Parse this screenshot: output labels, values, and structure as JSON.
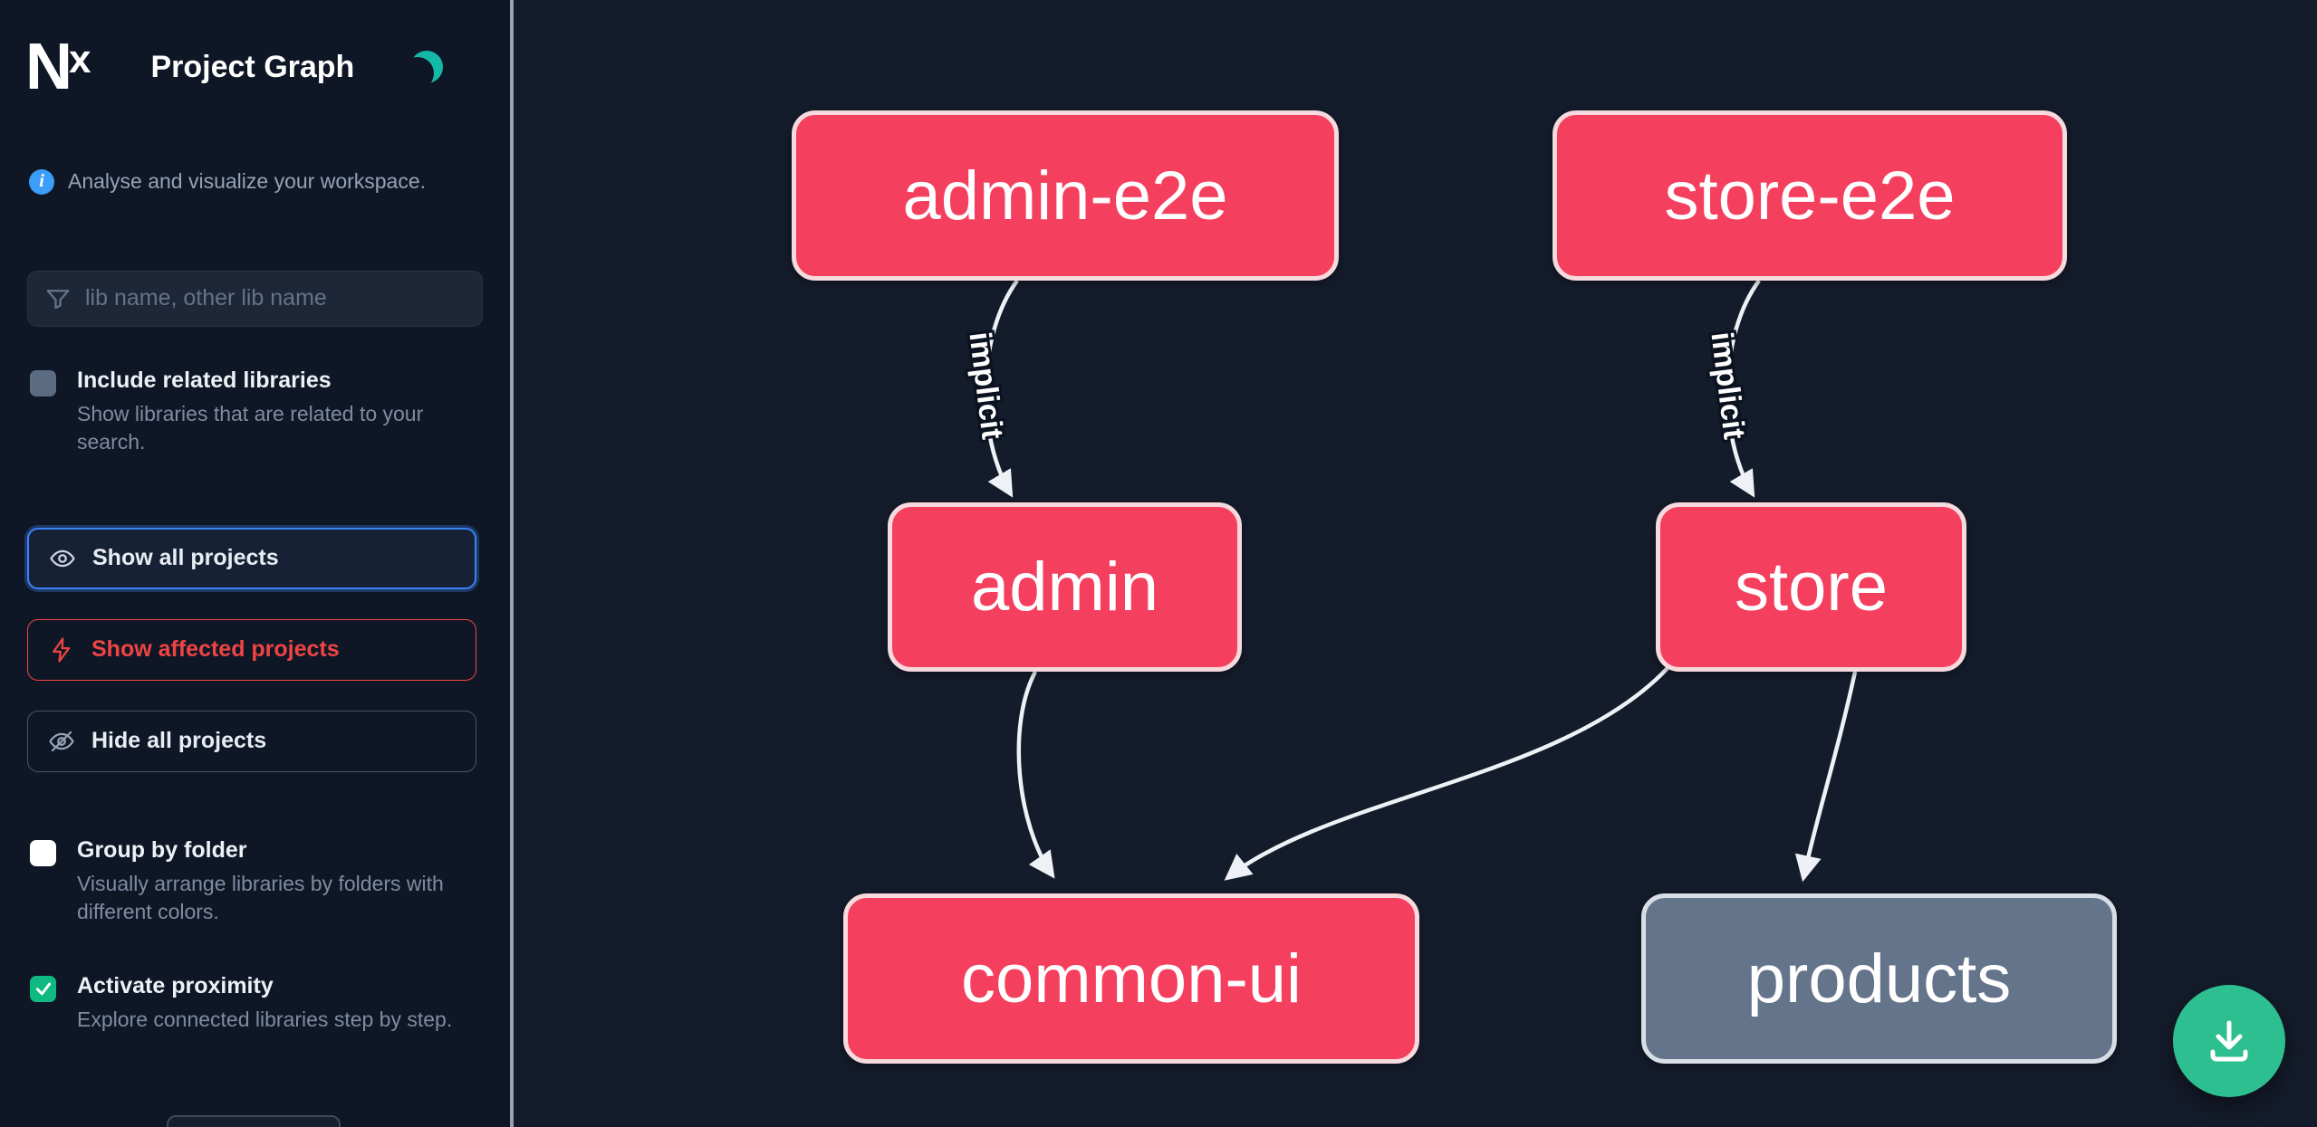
{
  "app": {
    "title": "Project Graph"
  },
  "sidebar": {
    "info_text": "Analyse and visualize your workspace.",
    "search": {
      "placeholder": "lib name, other lib name",
      "value": ""
    },
    "include_related": {
      "label": "Include related libraries",
      "description": "Show libraries that are related to your search.",
      "checked": false
    },
    "actions": {
      "show_all": "Show all projects",
      "show_affected": "Show affected projects",
      "hide_all": "Hide all projects"
    },
    "group_by_folder": {
      "label": "Group by folder",
      "description": "Visually arrange libraries by folders with different colors.",
      "checked": false
    },
    "activate_proximity": {
      "label": "Activate proximity",
      "description": "Explore connected libraries step by step.",
      "checked": true
    }
  },
  "graph": {
    "nodes": [
      {
        "id": "admin-e2e",
        "label": "admin-e2e",
        "style": "pink"
      },
      {
        "id": "store-e2e",
        "label": "store-e2e",
        "style": "pink"
      },
      {
        "id": "admin",
        "label": "admin",
        "style": "pink"
      },
      {
        "id": "store",
        "label": "store",
        "style": "pink"
      },
      {
        "id": "common-ui",
        "label": "common-ui",
        "style": "pink"
      },
      {
        "id": "products",
        "label": "products",
        "style": "gray"
      }
    ],
    "edges": [
      {
        "from": "admin-e2e",
        "to": "admin",
        "label": "implicit"
      },
      {
        "from": "store-e2e",
        "to": "store",
        "label": "implicit"
      },
      {
        "from": "admin",
        "to": "common-ui",
        "label": ""
      },
      {
        "from": "store",
        "to": "common-ui",
        "label": ""
      },
      {
        "from": "store",
        "to": "products",
        "label": ""
      }
    ]
  },
  "colors": {
    "sidebar_bg": "#0f1726",
    "main_bg": "#141b2a",
    "node_pink": "#f43f5e",
    "node_gray": "#64748b",
    "edge": "#eef2f6",
    "focus_blue": "#3b82f6",
    "danger_red": "#ef4444",
    "accent_green": "#10b981",
    "fab_green": "#2dbf8f",
    "moon_teal": "#14b8a6",
    "info_blue": "#3b9ef8"
  }
}
